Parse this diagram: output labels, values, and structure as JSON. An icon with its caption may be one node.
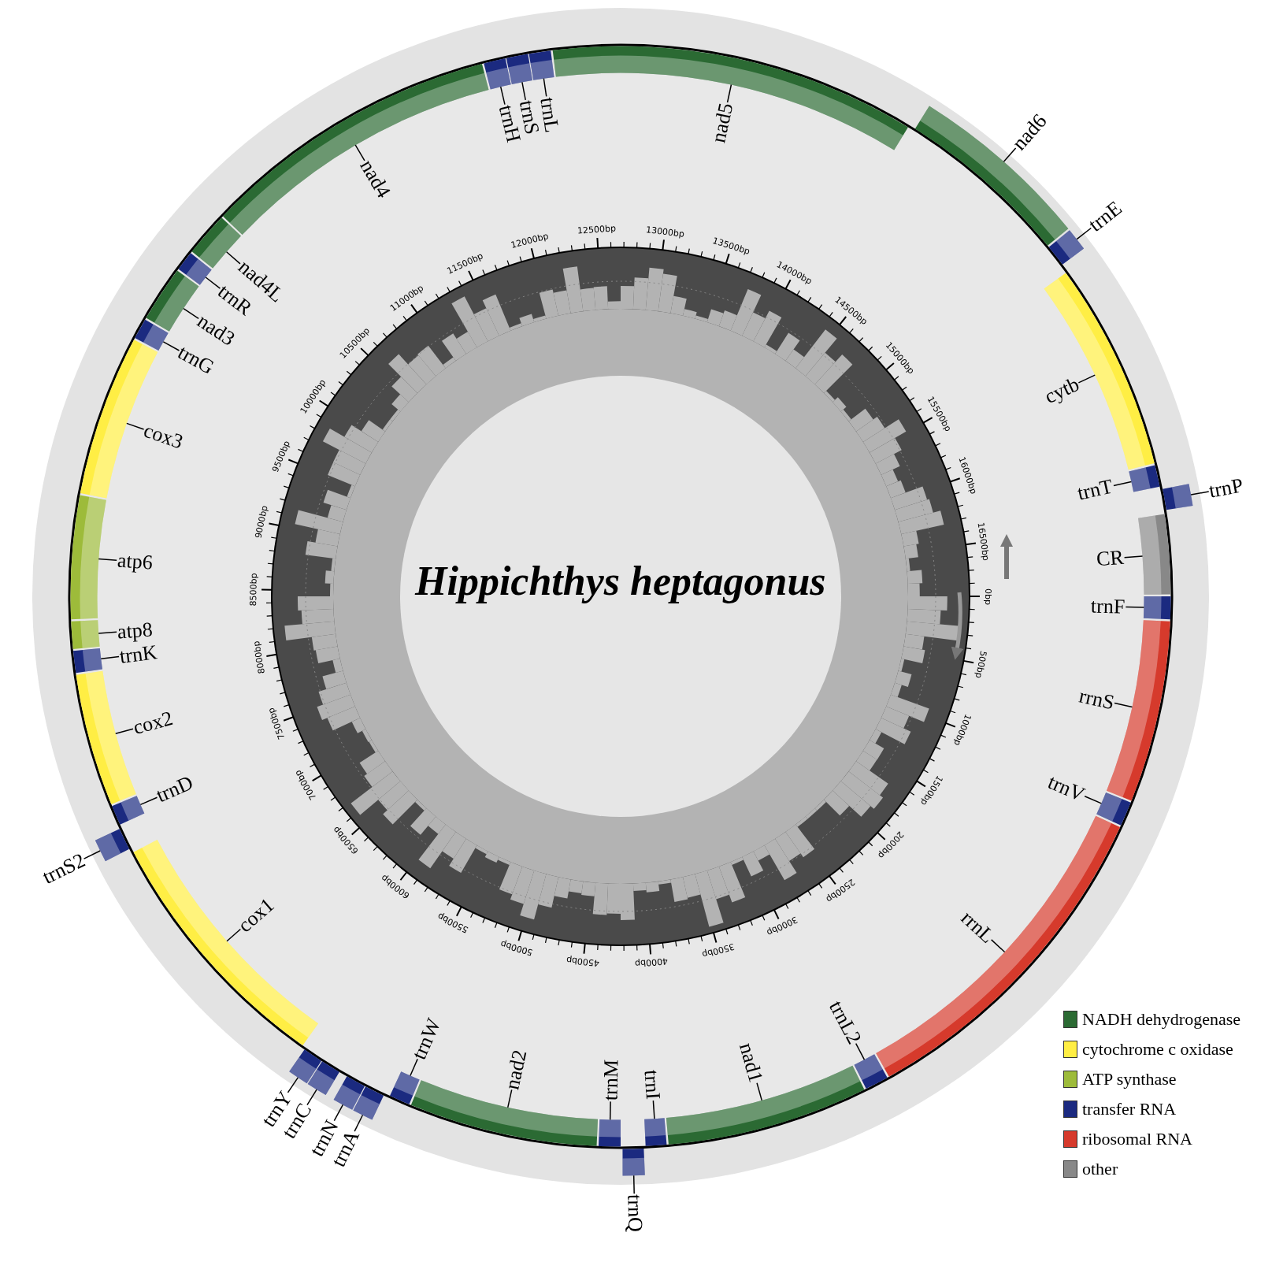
{
  "diagram": {
    "title": "Hippichthys heptagonus",
    "nodes": [
      {
        "text": [
          "trnF"
        ]
      },
      {
        "text": [
          "rrnS"
        ]
      },
      {
        "text": [
          "trnV"
        ]
      },
      {
        "text": [
          "rrnL"
        ]
      },
      {
        "text": [
          "trnL2"
        ]
      },
      {
        "text": [
          "nad1"
        ]
      },
      {
        "text": [
          "trnI"
        ]
      },
      {
        "text": [
          "trnQ"
        ]
      },
      {
        "text": [
          "trnM"
        ]
      },
      {
        "text": [
          "nad2"
        ]
      },
      {
        "text": [
          "trnW"
        ]
      },
      {
        "text": [
          "trnA"
        ]
      },
      {
        "text": [
          "trnN"
        ]
      },
      {
        "text": [
          "trnC"
        ]
      },
      {
        "text": [
          "trnY"
        ]
      },
      {
        "text": [
          "cox1"
        ]
      },
      {
        "text": [
          "trnS2"
        ]
      },
      {
        "text": [
          "trnD"
        ]
      },
      {
        "text": [
          "cox2"
        ]
      },
      {
        "text": [
          "trnK"
        ]
      },
      {
        "text": [
          "atp8"
        ]
      },
      {
        "text": [
          "atp6"
        ]
      },
      {
        "text": [
          "cox3"
        ]
      },
      {
        "text": [
          "trnG"
        ]
      },
      {
        "text": [
          "nad3"
        ]
      },
      {
        "text": [
          "trnR"
        ]
      },
      {
        "text": [
          "nad4L"
        ]
      },
      {
        "text": [
          "nad4"
        ]
      },
      {
        "text": [
          "trnH"
        ]
      },
      {
        "text": [
          "trnS"
        ]
      },
      {
        "text": [
          "trnL"
        ]
      },
      {
        "text": [
          "nad5"
        ]
      },
      {
        "text": [
          "nad6"
        ]
      },
      {
        "text": [
          "trnE"
        ]
      },
      {
        "text": [
          "cytb"
        ]
      },
      {
        "text": [
          "trnT"
        ]
      },
      {
        "text": [
          "trnP"
        ]
      },
      {
        "text": [
          "CR"
        ]
      },
      {
        "text": [],
        "shape": "bar"
      },
      {
        "text": [],
        "shape": "bar"
      },
      {
        "text": [],
        "shape": "bar"
      },
      {
        "text": [],
        "shape": "bar"
      },
      {
        "text": [],
        "shape": "bar"
      },
      {
        "text": [],
        "shape": "bar"
      },
      {
        "text": [],
        "shape": "bar"
      },
      {
        "text": [],
        "shape": "bar"
      },
      {
        "text": [],
        "shape": "bar"
      },
      {
        "text": [],
        "shape": "bar"
      },
      {
        "text": [],
        "shape": "bar"
      },
      {
        "text": [],
        "shape": "bar"
      },
      {
        "text": [],
        "shape": "bar"
      },
      {
        "text": [],
        "shape": "bar"
      },
      {
        "text": [],
        "shape": "bar"
      },
      {
        "text": [],
        "shape": "bar"
      },
      {
        "text": [],
        "shape": "bar"
      },
      {
        "text": [],
        "shape": "bar"
      },
      {
        "text": [],
        "shape": "bar"
      },
      {
        "text": [],
        "shape": "bar"
      },
      {
        "text": [],
        "shape": "bar"
      },
      {
        "text": [],
        "shape": "bar"
      },
      {
        "text": [],
        "shape": "bar"
      },
      {
        "text": [],
        "shape": "bar"
      },
      {
        "text": [],
        "shape": "bar"
      },
      {
        "text": [],
        "shape": "bar"
      },
      {
        "text": [],
        "shape": "bar"
      },
      {
        "text": [],
        "shape": "bar"
      },
      {
        "text": [],
        "shape": "bar"
      },
      {
        "text": [],
        "shape": "bar"
      },
      {
        "text": [],
        "shape": "bar"
      },
      {
        "text": [],
        "shape": "bar"
      },
      {
        "text": [],
        "shape": "bar"
      },
      {
        "text": [],
        "shape": "bar"
      },
      {
        "text": [],
        "shape": "bar"
      },
      {
        "text": [],
        "shape": "bar"
      },
      {
        "text": [],
        "shape": "bar"
      },
      {
        "text": [],
        "shape": "bar"
      }
    ],
    "edges": [
      {
        "from": 0,
        "to": 38,
        "arrow": "none"
      },
      {
        "from": 1,
        "to": 39,
        "arrow": "none"
      },
      {
        "from": 2,
        "to": 40,
        "arrow": "none"
      },
      {
        "from": 3,
        "to": 41,
        "arrow": "none"
      },
      {
        "from": 4,
        "to": 42,
        "arrow": "none"
      },
      {
        "from": 5,
        "to": 43,
        "arrow": "none"
      },
      {
        "from": 6,
        "to": 44,
        "arrow": "none"
      },
      {
        "from": 7,
        "to": 45,
        "arrow": "none"
      },
      {
        "from": 8,
        "to": 46,
        "arrow": "none"
      },
      {
        "from": 9,
        "to": 47,
        "arrow": "none"
      },
      {
        "from": 10,
        "to": 48,
        "arrow": "none"
      },
      {
        "from": 11,
        "to": 49,
        "arrow": "none"
      },
      {
        "from": 12,
        "to": 50,
        "arrow": "none"
      },
      {
        "from": 13,
        "to": 51,
        "arrow": "none"
      },
      {
        "from": 14,
        "to": 52,
        "arrow": "none"
      },
      {
        "from": 15,
        "to": 53,
        "arrow": "none"
      },
      {
        "from": 16,
        "to": 54,
        "arrow": "none"
      },
      {
        "from": 17,
        "to": 55,
        "arrow": "none"
      },
      {
        "from": 18,
        "to": 56,
        "arrow": "none"
      },
      {
        "from": 19,
        "to": 57,
        "arrow": "none"
      },
      {
        "from": 20,
        "to": 58,
        "arrow": "none"
      },
      {
        "from": 21,
        "to": 59,
        "arrow": "none"
      },
      {
        "from": 22,
        "to": 60,
        "arrow": "none"
      },
      {
        "from": 23,
        "to": 61,
        "arrow": "none"
      },
      {
        "from": 24,
        "to": 62,
        "arrow": "none"
      },
      {
        "from": 25,
        "to": 63,
        "arrow": "none"
      },
      {
        "from": 26,
        "to": 64,
        "arrow": "none"
      },
      {
        "from": 27,
        "to": 65,
        "arrow": "none"
      },
      {
        "from": 28,
        "to": 66,
        "arrow": "none"
      },
      {
        "from": 29,
        "to": 67,
        "arrow": "none"
      },
      {
        "from": 30,
        "to": 68,
        "arrow": "none"
      },
      {
        "from": 31,
        "to": 69,
        "arrow": "none"
      },
      {
        "from": 32,
        "to": 70,
        "arrow": "none"
      },
      {
        "from": 33,
        "to": 71,
        "arrow": "none"
      },
      {
        "from": 34,
        "to": 72,
        "arrow": "none"
      },
      {
        "from": 35,
        "to": 73,
        "arrow": "none"
      },
      {
        "from": 36,
        "to": 74,
        "arrow": "none"
      },
      {
        "from": 37,
        "to": 75,
        "arrow": "none"
      }
    ],
    "labels": [
      "0bp",
      "500bp",
      "1000bp",
      "1500bp",
      "2000bp",
      "2500bp",
      "3000bp",
      "3500bp",
      "4000bp",
      "4500bp",
      "5000bp",
      "5500bp",
      "6000bp",
      "6500bp",
      "7000bp",
      "7500bp",
      "8000bp",
      "8500bp",
      "9000bp",
      "9500bp",
      "10000bp",
      "10500bp",
      "11000bp",
      "11500bp",
      "12000bp",
      "12500bp",
      "13000bp",
      "13500bp",
      "14000bp",
      "14500bp",
      "15000bp",
      "15500bp",
      "16000bp",
      "16500bp"
    ],
    "legend": [
      {
        "text": "NADH dehydrogenase",
        "color": "#2b6a33"
      },
      {
        "text": "cytochrome c oxidase",
        "color": "#ffee44"
      },
      {
        "text": "ATP synthase",
        "color": "#9dbb3a"
      },
      {
        "text": "transfer RNA",
        "color": "#1b2a80"
      },
      {
        "text": "ribosomal RNA",
        "color": "#d63a2c"
      },
      {
        "text": "other",
        "color": "#888888"
      }
    ]
  }
}
